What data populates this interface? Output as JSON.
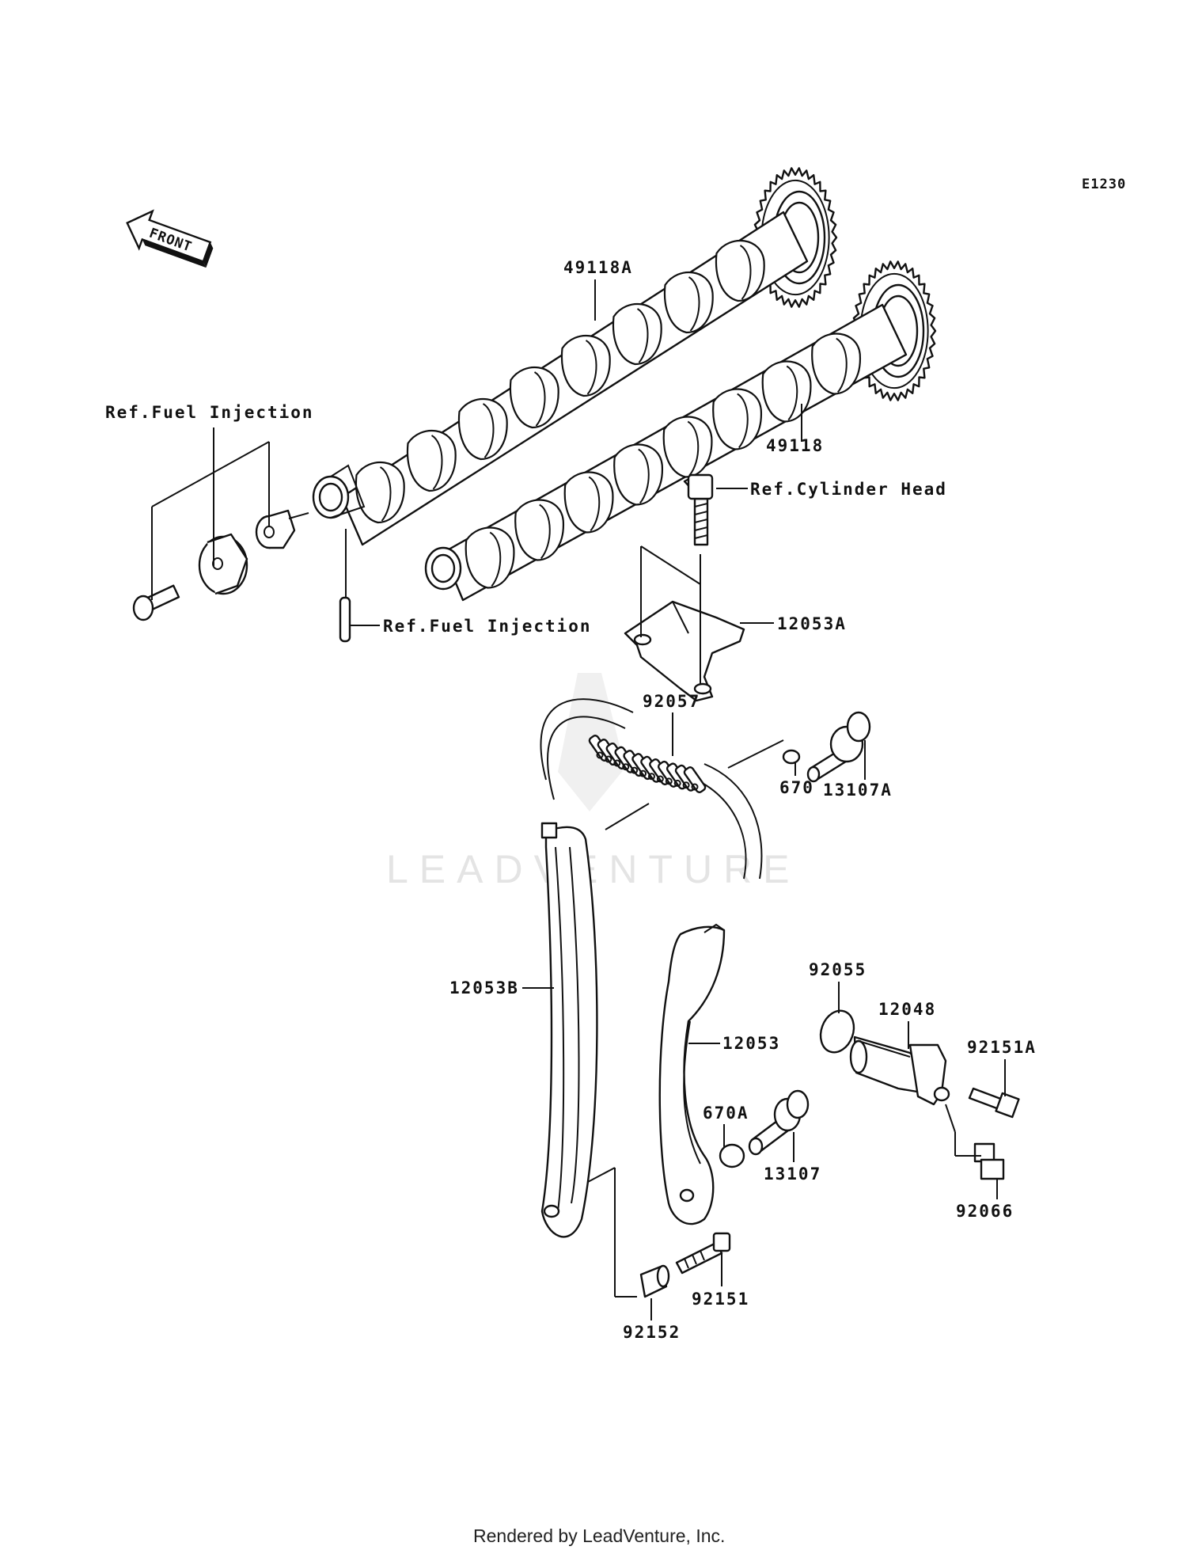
{
  "diagram": {
    "code": "E1230",
    "front_label": "FRONT",
    "watermark": "LEADVENTURE",
    "footer": "Rendered by LeadVenture, Inc."
  },
  "callouts": [
    {
      "id": "c-49118A",
      "text": "49118A"
    },
    {
      "id": "c-49118",
      "text": "49118"
    },
    {
      "id": "c-ref-fuel-1",
      "text": "Ref.Fuel Injection"
    },
    {
      "id": "c-ref-fuel-2",
      "text": "Ref.Fuel Injection"
    },
    {
      "id": "c-ref-cyl",
      "text": "Ref.Cylinder Head"
    },
    {
      "id": "c-12053A",
      "text": "12053A"
    },
    {
      "id": "c-92057",
      "text": "92057"
    },
    {
      "id": "c-670",
      "text": "670"
    },
    {
      "id": "c-13107A",
      "text": "13107A"
    },
    {
      "id": "c-12053B",
      "text": "12053B"
    },
    {
      "id": "c-12053",
      "text": "12053"
    },
    {
      "id": "c-92055",
      "text": "92055"
    },
    {
      "id": "c-12048",
      "text": "12048"
    },
    {
      "id": "c-92151A",
      "text": "92151A"
    },
    {
      "id": "c-670A",
      "text": "670A"
    },
    {
      "id": "c-13107",
      "text": "13107"
    },
    {
      "id": "c-92066",
      "text": "92066"
    },
    {
      "id": "c-92151",
      "text": "92151"
    },
    {
      "id": "c-92152",
      "text": "92152"
    }
  ]
}
